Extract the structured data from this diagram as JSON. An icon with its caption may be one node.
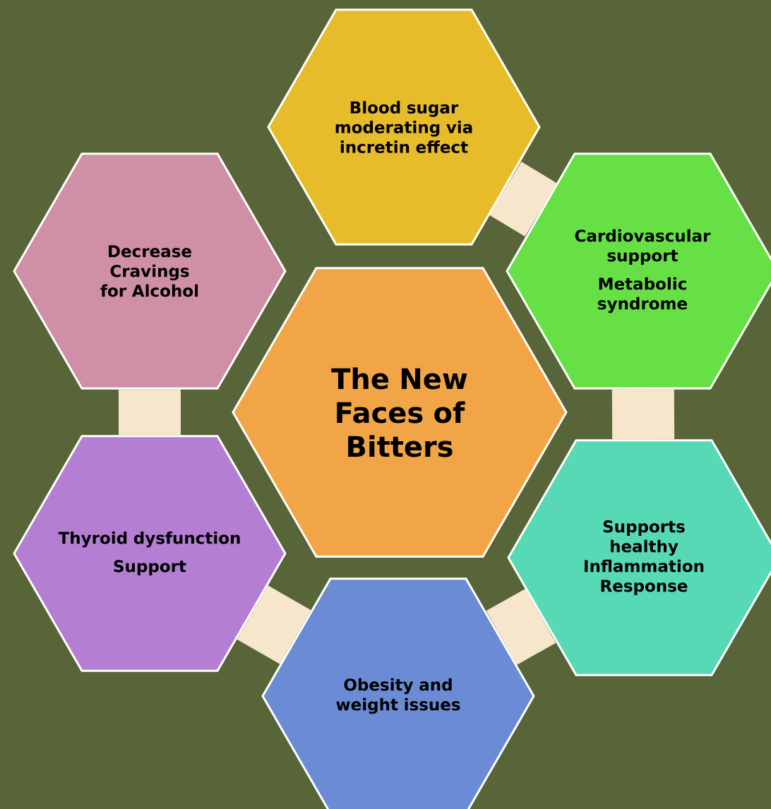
{
  "diagram": {
    "nodes": [
      {
        "text": [
          "Blood sugar moderating via incretin effect"
        ]
      },
      {
        "text": [
          "Decrease Cravings for Alcohol"
        ]
      },
      {
        "text": [
          "Cardiovascular support",
          "Metabolic syndrome"
        ]
      },
      {
        "text": [
          "The New Faces of Bitters"
        ]
      },
      {
        "text": [
          "Thyroid dysfunction",
          "Support"
        ]
      },
      {
        "text": [
          "Supports healthy Inflammation Response"
        ]
      },
      {
        "text": [
          "Obesity and weight issues"
        ]
      }
    ],
    "edges": [
      {
        "from": 0,
        "to": 2,
        "arrow": "none"
      },
      {
        "from": 2,
        "to": 5,
        "arrow": "none"
      },
      {
        "from": 5,
        "to": 6,
        "arrow": "none"
      },
      {
        "from": 6,
        "to": 4,
        "arrow": "none"
      },
      {
        "from": 4,
        "to": 1,
        "arrow": "none"
      }
    ]
  }
}
